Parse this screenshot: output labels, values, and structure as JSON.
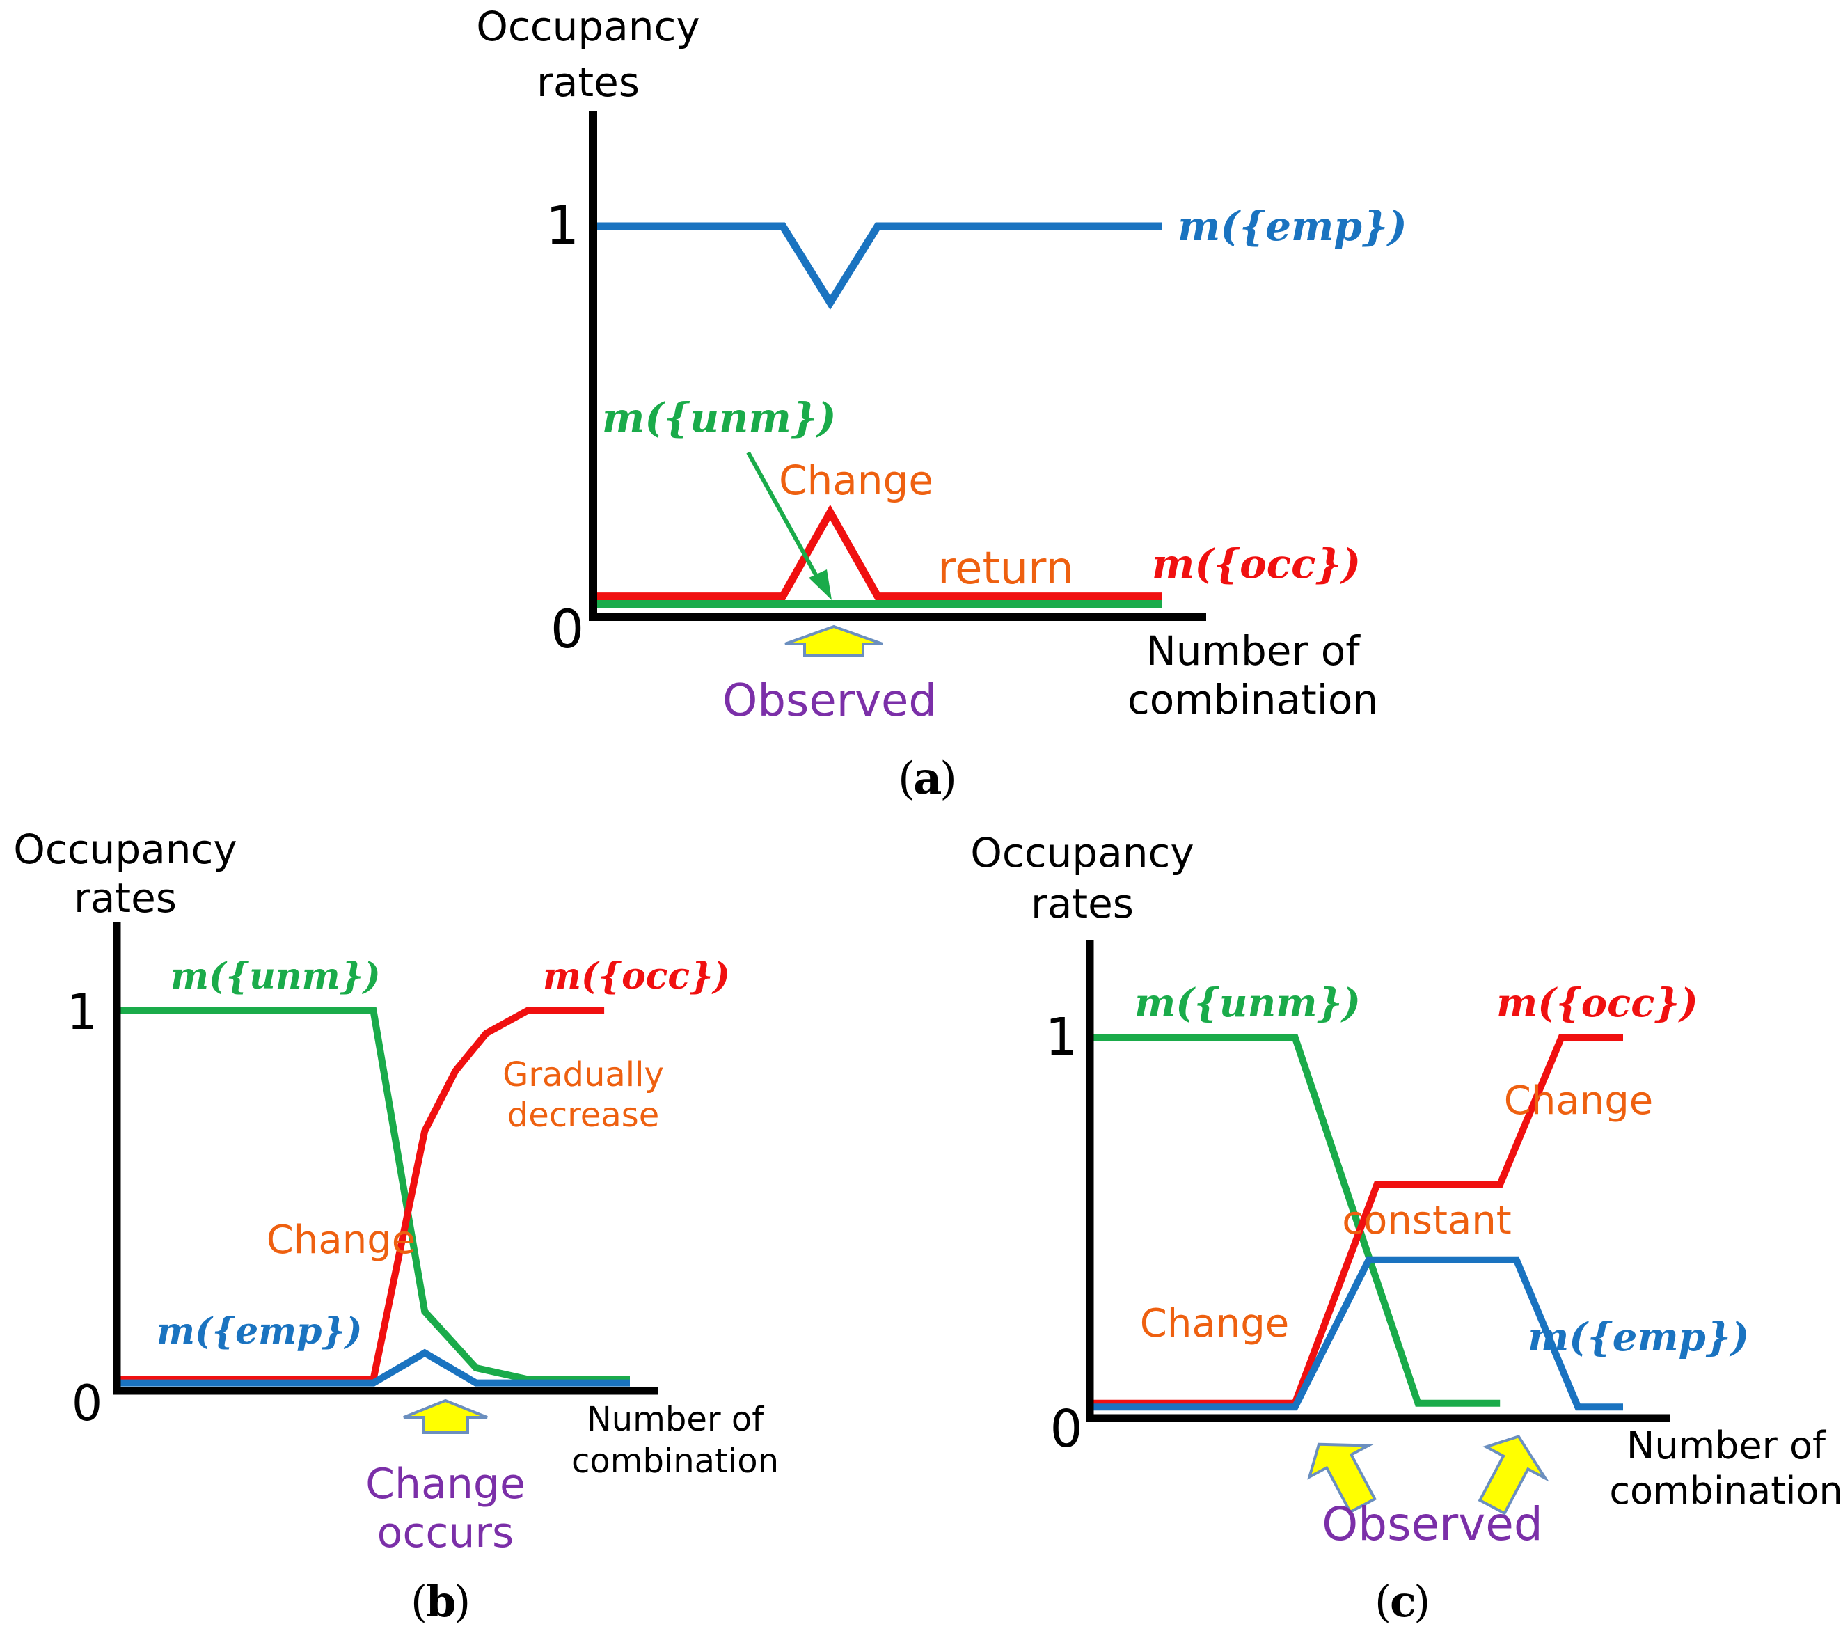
{
  "colors": {
    "blue": "#1a73c0",
    "green": "#1aab4a",
    "red": "#f01010",
    "orange": "#ee6010",
    "purple": "#7b2fa8",
    "arrow_fill": "#ffff00",
    "arrow_stroke": "#6b8fbf",
    "axis": "#000000"
  },
  "panels": [
    {
      "id": "a",
      "caption": "a",
      "ylabel_line1": "Occupancy",
      "ylabel_line2": "rates",
      "tick_one": "1",
      "tick_zero": "0",
      "xlabel_line1": "Number of",
      "xlabel_line2": "combination",
      "series": [
        {
          "key": "emp",
          "label": "m({emp})",
          "color": "blue",
          "x": [
            0,
            2,
            2.5,
            3,
            6
          ],
          "y": [
            1,
            1,
            0.8,
            1,
            1
          ]
        },
        {
          "key": "occ",
          "label": "m({occ})",
          "color": "red",
          "x": [
            0,
            2,
            2.5,
            3,
            6
          ],
          "y": [
            0.03,
            0.03,
            0.25,
            0.03,
            0.03
          ]
        },
        {
          "key": "unm",
          "label": "m({unm})",
          "color": "green",
          "x": [
            0,
            6
          ],
          "y": [
            0.01,
            0.01
          ]
        }
      ],
      "annotations": [
        "Change",
        "return"
      ],
      "markers": [
        {
          "label": "Observed",
          "x": 2.5
        }
      ]
    },
    {
      "id": "b",
      "caption": "b",
      "ylabel_line1": "Occupancy",
      "ylabel_line2": "rates",
      "tick_one": "1",
      "tick_zero": "0",
      "xlabel_line1": "Number of",
      "xlabel_line2": "combination",
      "series": [
        {
          "key": "unm",
          "label": "m({unm})",
          "color": "green",
          "x": [
            0,
            5,
            6,
            7,
            8,
            9,
            10
          ],
          "y": [
            1,
            1,
            0.2,
            0.05,
            0.02,
            0.02,
            0.02
          ]
        },
        {
          "key": "occ",
          "label": "m({occ})",
          "color": "red",
          "x": [
            0,
            5,
            6,
            6.6,
            7.2,
            8,
            9.5
          ],
          "y": [
            0.02,
            0.02,
            0.68,
            0.84,
            0.94,
            1,
            1
          ]
        },
        {
          "key": "emp",
          "label": "m({emp})",
          "color": "blue",
          "x": [
            0,
            5,
            6,
            7,
            10
          ],
          "y": [
            0.01,
            0.01,
            0.09,
            0.01,
            0.01
          ]
        }
      ],
      "annotations": [
        "Gradually",
        "decrease",
        "Change"
      ],
      "markers": [
        {
          "label": "Change",
          "label2": "occurs",
          "x": 6
        }
      ]
    },
    {
      "id": "c",
      "caption": "c",
      "ylabel_line1": "Occupancy",
      "ylabel_line2": "rates",
      "tick_one": "1",
      "tick_zero": "0",
      "xlabel_line1": "Number of",
      "xlabel_line2": "combination",
      "series": [
        {
          "key": "unm",
          "label": "m({unm})",
          "color": "green",
          "x": [
            0,
            5,
            8,
            10
          ],
          "y": [
            1,
            1,
            0.03,
            0.03
          ]
        },
        {
          "key": "occ",
          "label": "m({occ})",
          "color": "red",
          "x": [
            0,
            5,
            7,
            10,
            11.5,
            13
          ],
          "y": [
            0.03,
            0.03,
            0.61,
            0.61,
            1,
            1
          ]
        },
        {
          "key": "emp",
          "label": "m({emp})",
          "color": "blue",
          "x": [
            0,
            5,
            6.8,
            10.4,
            11.9,
            13
          ],
          "y": [
            0.02,
            0.02,
            0.41,
            0.41,
            0.02,
            0.02
          ]
        }
      ],
      "annotations": [
        "Change",
        "constant",
        "Change"
      ],
      "markers": [
        {
          "label": "Observed",
          "x": 7.2
        },
        {
          "label": "",
          "x": 11.8
        }
      ]
    }
  ]
}
